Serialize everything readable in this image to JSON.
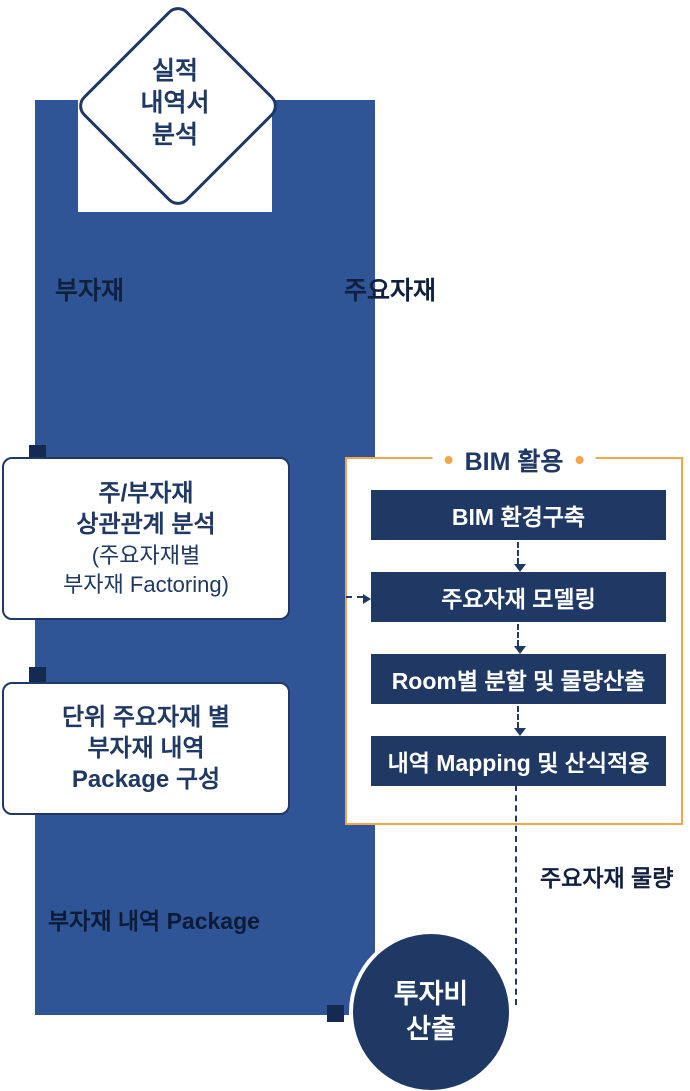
{
  "colors": {
    "flow_blue": "#2F5597",
    "navy": "#1F3864",
    "orange": "#F2A549",
    "dark_label": "#12203F"
  },
  "diamond": {
    "label": "실적\n내역서\n분석"
  },
  "branch_labels": {
    "left": "부자재",
    "right": "주요자재"
  },
  "analysis_box": {
    "title": "주/부자재\n상관관계 분석",
    "subtitle": "(주요자재별\n부자재 Factoring)"
  },
  "package_box": {
    "text": "단위 주요자재 별\n부자재 내역\nPackage 구성"
  },
  "bim": {
    "title": "BIM 활용",
    "steps": [
      "BIM 환경구축",
      "주요자재 모델링",
      "Room별 분할 및 물량산출",
      "내역 Mapping 및 산식적용"
    ]
  },
  "outputs": {
    "left": "부자재 내역 Package",
    "right": "주요자재 물량"
  },
  "result": {
    "label": "투자비\n산출"
  }
}
